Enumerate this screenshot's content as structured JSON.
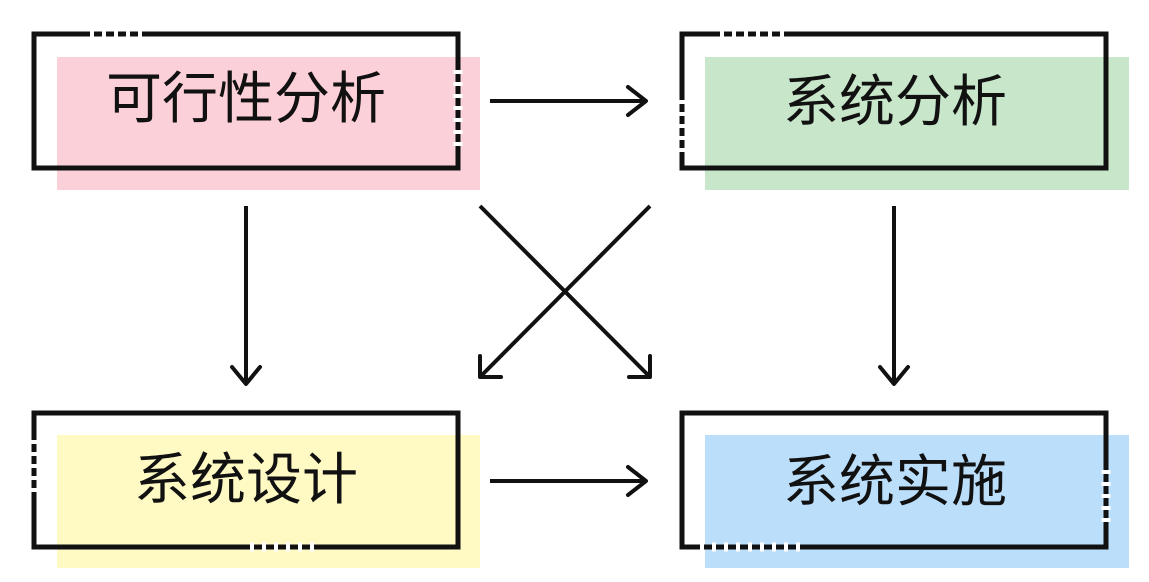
{
  "nodes": {
    "feasibility": {
      "label": "可行性分析",
      "fill": "#fcd0d8"
    },
    "analysis": {
      "label": "系统分析",
      "fill": "#c8e6c9"
    },
    "design": {
      "label": "系统设计",
      "fill": "#fff9c4"
    },
    "implementation": {
      "label": "系统实施",
      "fill": "#bbdefb"
    }
  },
  "edges": [
    {
      "from": "feasibility",
      "to": "analysis"
    },
    {
      "from": "feasibility",
      "to": "design"
    },
    {
      "from": "feasibility",
      "to": "implementation"
    },
    {
      "from": "analysis",
      "to": "design"
    },
    {
      "from": "analysis",
      "to": "implementation"
    },
    {
      "from": "design",
      "to": "implementation"
    }
  ],
  "colors": {
    "stroke": "#111111",
    "background": "#ffffff"
  }
}
